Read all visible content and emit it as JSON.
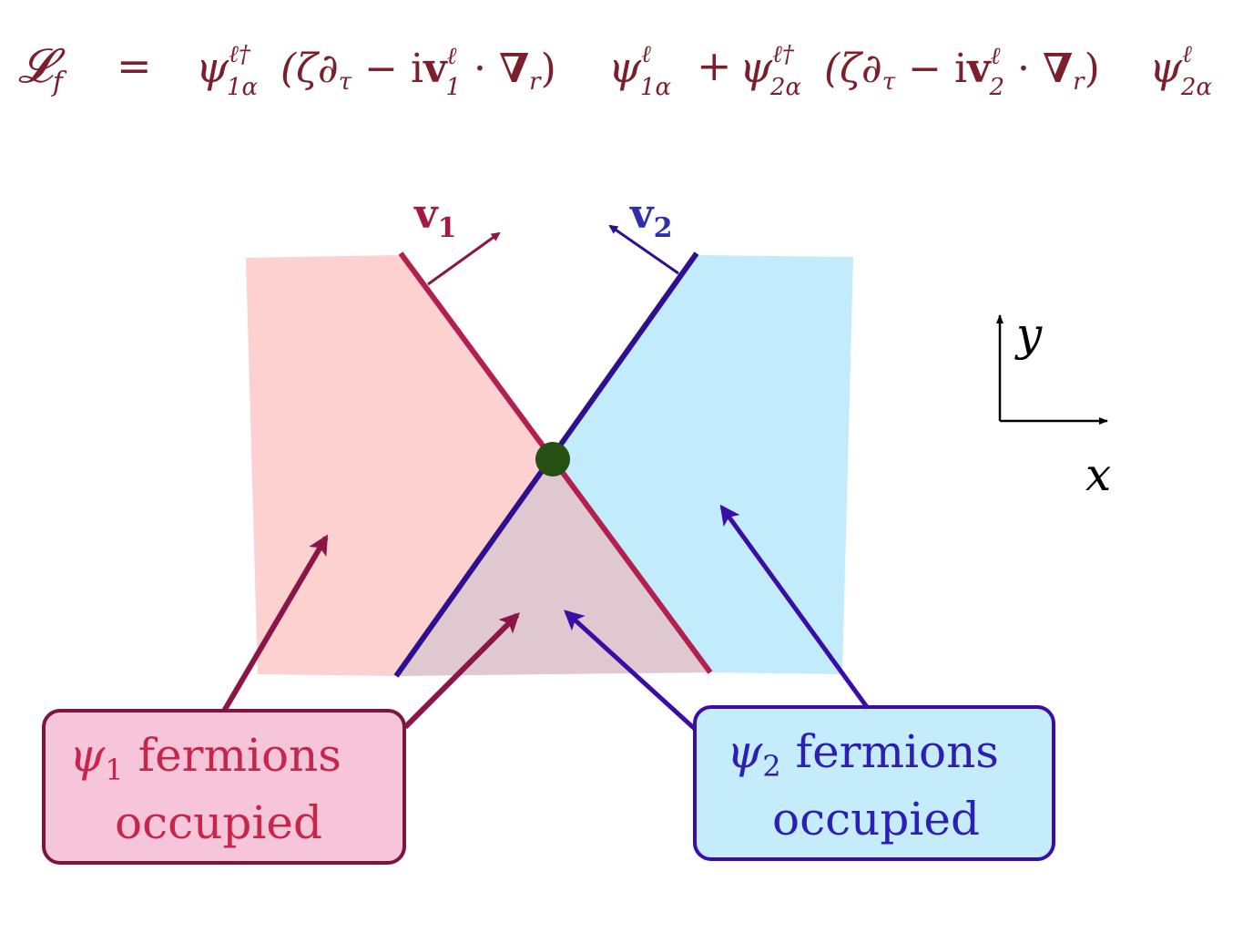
{
  "equation": {
    "lhs": "𝓛",
    "lhs_sub": "f",
    "eq": "=",
    "psi": "ψ",
    "rhs_parts": [
      {
        "sup": "ℓ†",
        "sub": "1α"
      },
      {
        "sup": "ℓ",
        "sub": "1α"
      },
      {
        "sup": "ℓ†",
        "sub": "2α"
      },
      {
        "sup": "ℓ",
        "sub": "2α"
      }
    ],
    "op1": "(ζ∂",
    "op_tau": "τ",
    "op_minus": " − i",
    "v": "v",
    "v1_sub": "1",
    "v1_sup": "ℓ",
    "v2_sub": "2",
    "v2_sup": "ℓ",
    "dot": " · ",
    "nabla": "∇",
    "nabla_sub": "r",
    "close": ")",
    "plus": "+",
    "color": "#7a1f2b"
  },
  "labels": {
    "v1": "v",
    "v1_sub": "1",
    "v2": "v",
    "v2_sub": "2",
    "axis_y": "y",
    "axis_x": "x"
  },
  "boxes": {
    "psi1": {
      "symbol": "ψ",
      "sub": "1",
      "line1": "fermions",
      "line2": "occupied"
    },
    "psi2": {
      "symbol": "ψ",
      "sub": "2",
      "line1": "fermions",
      "line2": "occupied"
    }
  },
  "colors": {
    "pink_fill": "#fdd1d0",
    "blue_fill": "#c2ecfb",
    "overlap_fill": "#dfc8cf",
    "line1": "#b3204f",
    "line2": "#2d0f8f",
    "arrow1": "#8c1548",
    "arrow2": "#3a0ea6",
    "dot": "#264f14",
    "box1_fill": "#f6c5d9",
    "box1_stroke": "#7c1640",
    "box1_text": "#c7264b",
    "box2_fill": "#c5ecfb",
    "box2_stroke": "#3a0ea6",
    "box2_text": "#2c1fb5",
    "v1_label": "#a5183f",
    "v2_label": "#2d2fb0",
    "axis": "#000000"
  }
}
